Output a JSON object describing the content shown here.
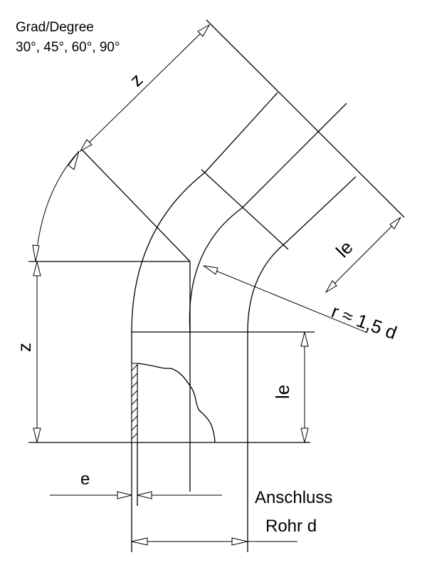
{
  "header": {
    "line1": "Grad/Degree",
    "line2": "30°, 45°, 60°, 90°"
  },
  "dimensions": {
    "z_diagonal": "z",
    "z_vertical": "z",
    "le_diagonal": "le",
    "le_vertical": "le",
    "e": "e",
    "radius": "r ≈ 1,5 d"
  },
  "connection": {
    "line1": "Anschluss",
    "line2": "Rohr d"
  }
}
